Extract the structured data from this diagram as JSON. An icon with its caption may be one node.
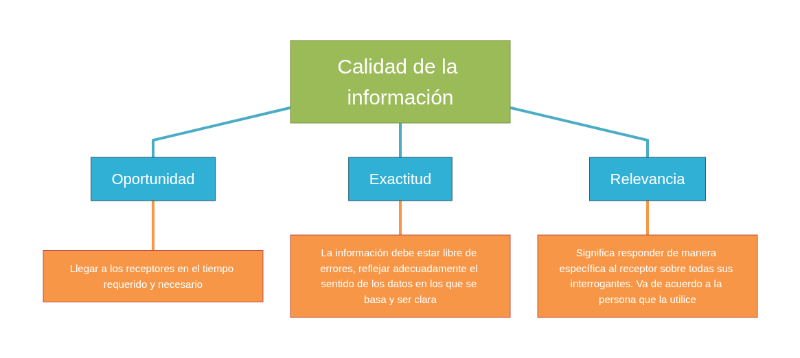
{
  "diagram": {
    "nodes": [
      {
        "text": [
          "Calidad de la información"
        ]
      },
      {
        "text": [
          "Oportunidad"
        ]
      },
      {
        "text": [
          "Exactitud"
        ]
      },
      {
        "text": [
          "Relevancia"
        ]
      },
      {
        "text": [
          "Llegar a los receptores en el tiempo requerido y necesario"
        ]
      },
      {
        "text": [
          "La información debe estar libre de errores, reflejar adecuadamente el sentido de los datos en los que se basa y ser clara"
        ]
      },
      {
        "text": [
          "Significa responder de manera específica al receptor sobre todas sus interrogantes. Va de acuerdo a la persona que la utilice"
        ]
      }
    ],
    "edges": [
      {
        "from": 0,
        "to": 1,
        "arrow": "none",
        "color": "#4bacc6"
      },
      {
        "from": 0,
        "to": 2,
        "arrow": "none",
        "color": "#4bacc6"
      },
      {
        "from": 0,
        "to": 3,
        "arrow": "none",
        "color": "#4bacc6"
      },
      {
        "from": 1,
        "to": 4,
        "arrow": "none",
        "color": "#f79646"
      },
      {
        "from": 2,
        "to": 5,
        "arrow": "none",
        "color": "#f79646"
      },
      {
        "from": 3,
        "to": 6,
        "arrow": "none",
        "color": "#f79646"
      }
    ]
  }
}
